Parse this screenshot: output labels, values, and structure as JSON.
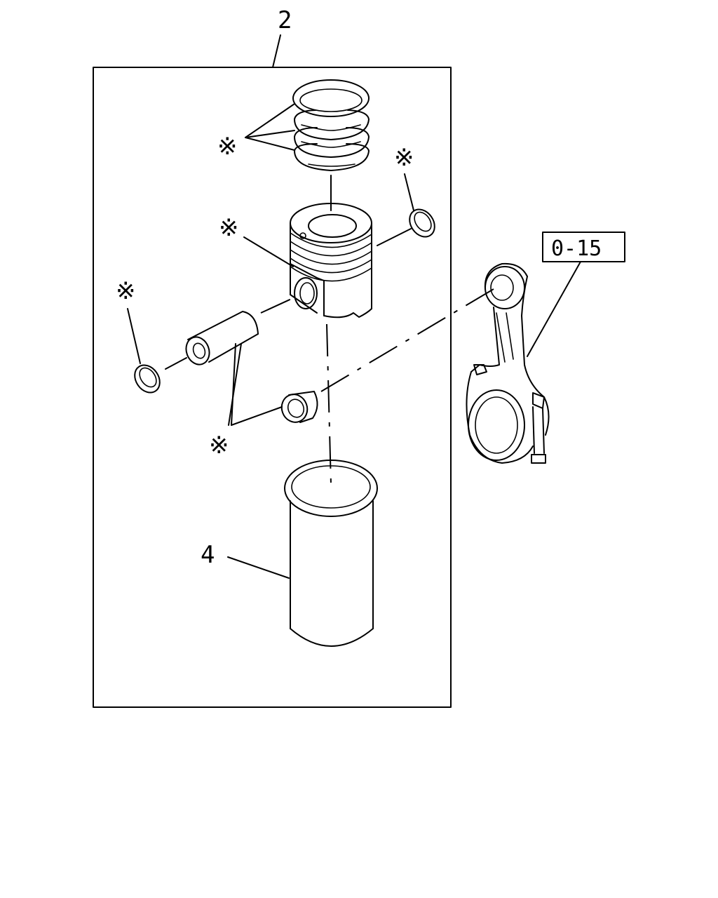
{
  "callouts": {
    "assembly_number": "2",
    "liner_number": "4",
    "reference_box": "0-15"
  },
  "asterisk_symbol": "※",
  "colors": {
    "line": "#000000",
    "background": "#ffffff"
  }
}
